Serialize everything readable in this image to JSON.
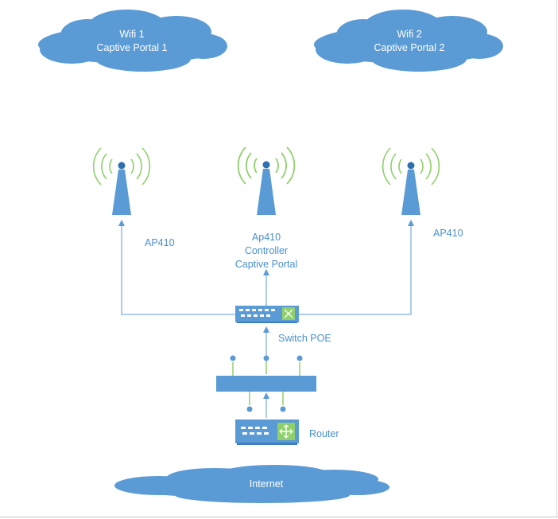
{
  "clouds": {
    "wifi1": {
      "line1": "Wifi 1",
      "line2": "Captive Portal 1"
    },
    "wifi2": {
      "line1": "Wifi 2",
      "line2": "Captive Portal 2"
    },
    "internet": {
      "label": "Internet"
    }
  },
  "access_points": {
    "left": {
      "label": "AP410"
    },
    "center": {
      "line1": "Ap410",
      "line2": "Controller",
      "line3": "Captive Portal"
    },
    "right": {
      "label": "AP410"
    }
  },
  "switch": {
    "label": "Switch POE"
  },
  "router": {
    "label": "Router"
  },
  "colors": {
    "device_blue": "#5b9bd5",
    "label_blue": "#4a8fd0",
    "signal_green": "#8fd06a"
  }
}
